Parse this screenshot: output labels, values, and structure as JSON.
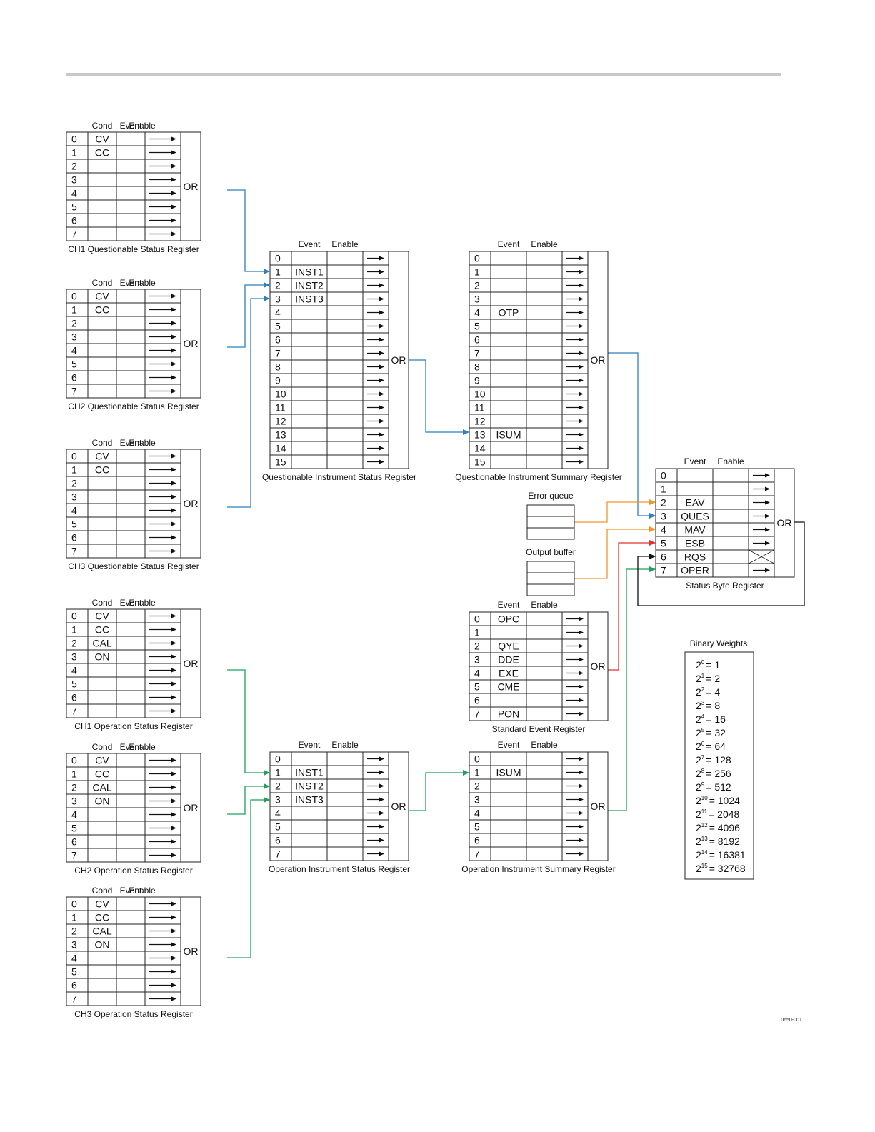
{
  "headers": {
    "cond": "Cond",
    "event": "Event",
    "enable": "Enable"
  },
  "or_label": "OR",
  "registers": [
    {
      "id": "ch1q",
      "title": "CH1 Questionable Status Register",
      "type": "cond",
      "rows": [
        [
          "0",
          "CV"
        ],
        [
          "1",
          "CC"
        ],
        [
          "2",
          ""
        ],
        [
          "3",
          ""
        ],
        [
          "4",
          ""
        ],
        [
          "5",
          ""
        ],
        [
          "6",
          ""
        ],
        [
          "7",
          ""
        ]
      ]
    },
    {
      "id": "ch2q",
      "title": "CH2 Questionable Status Register",
      "type": "cond",
      "rows": [
        [
          "0",
          "CV"
        ],
        [
          "1",
          "CC"
        ],
        [
          "2",
          ""
        ],
        [
          "3",
          ""
        ],
        [
          "4",
          ""
        ],
        [
          "5",
          ""
        ],
        [
          "6",
          ""
        ],
        [
          "7",
          ""
        ]
      ]
    },
    {
      "id": "ch3q",
      "title": "CH3 Questionable Status Register",
      "type": "cond",
      "rows": [
        [
          "0",
          "CV"
        ],
        [
          "1",
          "CC"
        ],
        [
          "2",
          ""
        ],
        [
          "3",
          ""
        ],
        [
          "4",
          ""
        ],
        [
          "5",
          ""
        ],
        [
          "6",
          ""
        ],
        [
          "7",
          ""
        ]
      ]
    },
    {
      "id": "ch1o",
      "title": "CH1 Operation Status Register",
      "type": "cond",
      "rows": [
        [
          "0",
          "CV"
        ],
        [
          "1",
          "CC"
        ],
        [
          "2",
          "CAL"
        ],
        [
          "3",
          "ON"
        ],
        [
          "4",
          ""
        ],
        [
          "5",
          ""
        ],
        [
          "6",
          ""
        ],
        [
          "7",
          ""
        ]
      ]
    },
    {
      "id": "ch2o",
      "title": "CH2 Operation Status Register",
      "type": "cond",
      "rows": [
        [
          "0",
          "CV"
        ],
        [
          "1",
          "CC"
        ],
        [
          "2",
          "CAL"
        ],
        [
          "3",
          "ON"
        ],
        [
          "4",
          ""
        ],
        [
          "5",
          ""
        ],
        [
          "6",
          ""
        ],
        [
          "7",
          ""
        ]
      ]
    },
    {
      "id": "ch3o",
      "title": "CH3 Operation Status Register",
      "type": "cond",
      "rows": [
        [
          "0",
          "CV"
        ],
        [
          "1",
          "CC"
        ],
        [
          "2",
          "CAL"
        ],
        [
          "3",
          "ON"
        ],
        [
          "4",
          ""
        ],
        [
          "5",
          ""
        ],
        [
          "6",
          ""
        ],
        [
          "7",
          ""
        ]
      ]
    },
    {
      "id": "qis",
      "title": "Questionable Instrument Status Register",
      "type": "event",
      "rows": [
        [
          "0",
          ""
        ],
        [
          "1",
          "INST1"
        ],
        [
          "2",
          "INST2"
        ],
        [
          "3",
          "INST3"
        ],
        [
          "4",
          ""
        ],
        [
          "5",
          ""
        ],
        [
          "6",
          ""
        ],
        [
          "7",
          ""
        ],
        [
          "8",
          ""
        ],
        [
          "9",
          ""
        ],
        [
          "10",
          ""
        ],
        [
          "11",
          ""
        ],
        [
          "12",
          ""
        ],
        [
          "13",
          ""
        ],
        [
          "14",
          ""
        ],
        [
          "15",
          ""
        ]
      ]
    },
    {
      "id": "qsum",
      "title": "Questionable Instrument Summary Register",
      "type": "event",
      "rows": [
        [
          "0",
          ""
        ],
        [
          "1",
          ""
        ],
        [
          "2",
          ""
        ],
        [
          "3",
          ""
        ],
        [
          "4",
          "OTP"
        ],
        [
          "5",
          ""
        ],
        [
          "6",
          ""
        ],
        [
          "7",
          ""
        ],
        [
          "8",
          ""
        ],
        [
          "9",
          ""
        ],
        [
          "10",
          ""
        ],
        [
          "11",
          ""
        ],
        [
          "12",
          ""
        ],
        [
          "13",
          "ISUM"
        ],
        [
          "14",
          ""
        ],
        [
          "15",
          ""
        ]
      ]
    },
    {
      "id": "ois",
      "title": "Operation Instrument Status Register",
      "type": "event",
      "rows": [
        [
          "0",
          ""
        ],
        [
          "1",
          "INST1"
        ],
        [
          "2",
          "INST2"
        ],
        [
          "3",
          "INST3"
        ],
        [
          "4",
          ""
        ],
        [
          "5",
          ""
        ],
        [
          "6",
          ""
        ],
        [
          "7",
          ""
        ]
      ]
    },
    {
      "id": "osum",
      "title": "Operation Instrument Summary Register",
      "type": "event",
      "rows": [
        [
          "0",
          ""
        ],
        [
          "1",
          "ISUM"
        ],
        [
          "2",
          ""
        ],
        [
          "3",
          ""
        ],
        [
          "4",
          ""
        ],
        [
          "5",
          ""
        ],
        [
          "6",
          ""
        ],
        [
          "7",
          ""
        ]
      ]
    },
    {
      "id": "ser",
      "title": "Standard Event Register",
      "type": "event",
      "rows": [
        [
          "0",
          "OPC"
        ],
        [
          "1",
          ""
        ],
        [
          "2",
          "QYE"
        ],
        [
          "3",
          "DDE"
        ],
        [
          "4",
          "EXE"
        ],
        [
          "5",
          "CME"
        ],
        [
          "6",
          ""
        ],
        [
          "7",
          "PON"
        ]
      ]
    },
    {
      "id": "sbr",
      "title": "Status Byte Register",
      "type": "event",
      "rows": [
        [
          "0",
          ""
        ],
        [
          "1",
          ""
        ],
        [
          "2",
          "EAV"
        ],
        [
          "3",
          "QUES"
        ],
        [
          "4",
          "MAV"
        ],
        [
          "5",
          "ESB"
        ],
        [
          "6",
          "RQS"
        ],
        [
          "7",
          "OPER"
        ]
      ]
    }
  ],
  "queues": [
    {
      "id": "errq",
      "title": "Error queue"
    },
    {
      "id": "outb",
      "title": "Output buffer"
    }
  ],
  "binary_weights": {
    "title": "Binary Weights",
    "items": [
      {
        "base": "2",
        "exp": "0",
        "val": "= 1"
      },
      {
        "base": "2",
        "exp": "1",
        "val": "= 2"
      },
      {
        "base": "2",
        "exp": "2",
        "val": "= 4"
      },
      {
        "base": "2",
        "exp": "3",
        "val": "= 8"
      },
      {
        "base": "2",
        "exp": "4",
        "val": "= 16"
      },
      {
        "base": "2",
        "exp": "5",
        "val": "= 32"
      },
      {
        "base": "2",
        "exp": "6",
        "val": "= 64"
      },
      {
        "base": "2",
        "exp": "7",
        "val": "= 128"
      },
      {
        "base": "2",
        "exp": "8",
        "val": "= 256"
      },
      {
        "base": "2",
        "exp": "9",
        "val": "= 512"
      },
      {
        "base": "2",
        "exp": "10",
        "val": "= 1024"
      },
      {
        "base": "2",
        "exp": "11",
        "val": "= 2048"
      },
      {
        "base": "2",
        "exp": "12",
        "val": "= 4096"
      },
      {
        "base": "2",
        "exp": "13",
        "val": "= 8192"
      },
      {
        "base": "2",
        "exp": "14",
        "val": "= 16381"
      },
      {
        "base": "2",
        "exp": "15",
        "val": "= 32768"
      }
    ]
  },
  "figure_id": "0650-001",
  "colors": {
    "blue": "#2f7fc1",
    "green": "#1fa25a",
    "orange": "#f0962a",
    "red": "#e0332f",
    "black": "#111111",
    "rule": "#c8c8c8"
  }
}
